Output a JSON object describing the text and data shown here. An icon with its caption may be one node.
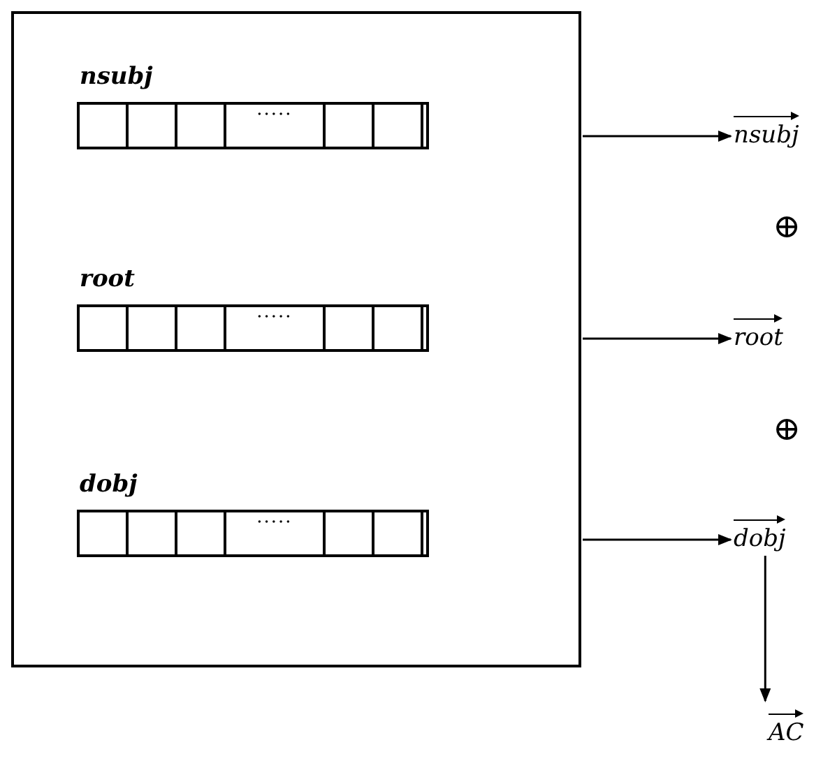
{
  "diagram": {
    "nodes": [
      {
        "text": [],
        "shape": "box"
      },
      {
        "text": [
          "nsubj",
          "·····"
        ],
        "in": 0
      },
      {
        "text": [
          "root",
          "·····"
        ],
        "in": 0
      },
      {
        "text": [
          "dobj",
          "·····"
        ],
        "in": 0
      },
      {
        "text": [
          "nsubj"
        ]
      },
      {
        "text": [
          "root"
        ]
      },
      {
        "text": [
          "dobj"
        ]
      },
      {
        "text": [
          "AC"
        ]
      }
    ],
    "edges": [
      {
        "from": 0,
        "to": 4,
        "arrow": "to"
      },
      {
        "from": 0,
        "to": 5,
        "arrow": "to"
      },
      {
        "from": 0,
        "to": 6,
        "arrow": "to"
      },
      {
        "from": 6,
        "to": 7,
        "arrow": "to"
      }
    ],
    "labels": [
      "⊕",
      "⊕"
    ]
  }
}
